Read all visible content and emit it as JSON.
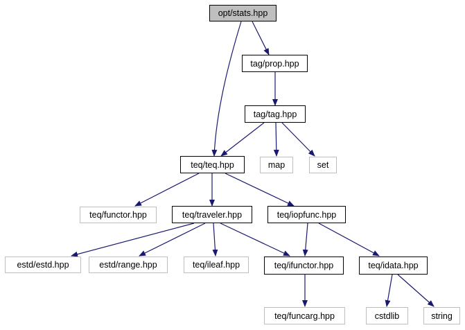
{
  "nodes": {
    "opt_stats": "opt/stats.hpp",
    "tag_prop": "tag/prop.hpp",
    "tag_tag": "tag/tag.hpp",
    "teq_teq": "teq/teq.hpp",
    "map": "map",
    "set": "set",
    "teq_functor": "teq/functor.hpp",
    "teq_traveler": "teq/traveler.hpp",
    "teq_iopfunc": "teq/iopfunc.hpp",
    "estd_estd": "estd/estd.hpp",
    "estd_range": "estd/range.hpp",
    "teq_ileaf": "teq/ileaf.hpp",
    "teq_ifunctor": "teq/ifunctor.hpp",
    "teq_idata": "teq/idata.hpp",
    "teq_funcarg": "teq/funcarg.hpp",
    "cstdlib": "cstdlib",
    "string": "string"
  },
  "colors": {
    "edge": "#191970",
    "root_fill": "#bfbfbf",
    "external_border": "#bfbfbf",
    "document_border": "#000000"
  }
}
